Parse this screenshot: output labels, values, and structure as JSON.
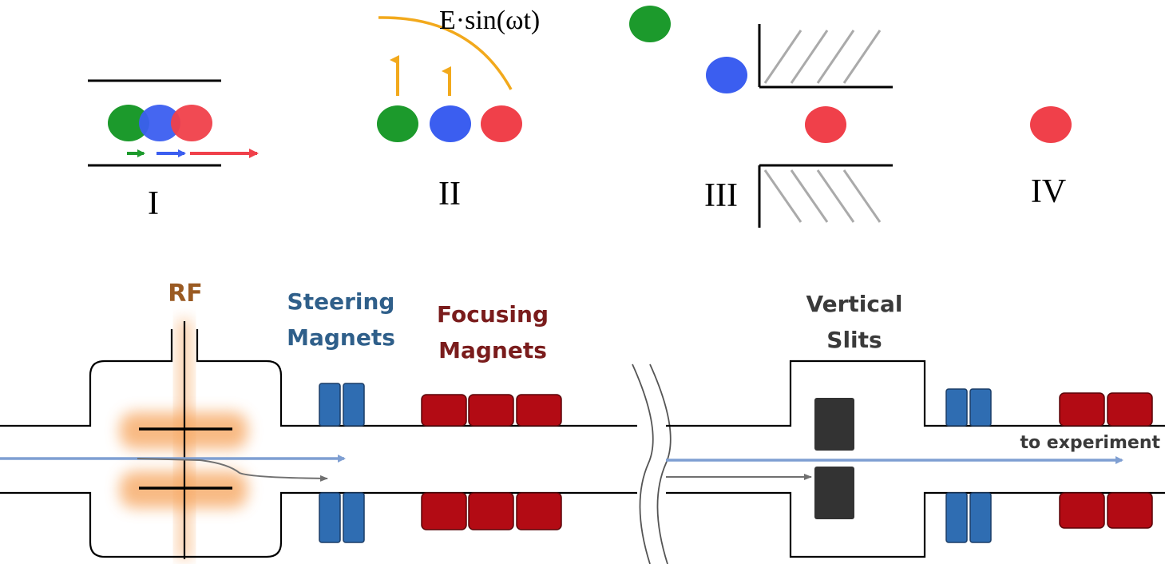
{
  "stages": {
    "stage1": "I",
    "stage2": "II",
    "stage3": "III",
    "stage4": "IV"
  },
  "field_formula": "E·sin(ωt)",
  "beamline": {
    "rf": "RF",
    "steering_line1": "Steering",
    "steering_line2": "Magnets",
    "focusing_line1": "Focusing",
    "focusing_line2": "Magnets",
    "slits_line1": "Vertical",
    "slits_line2": "Slits",
    "destination": "to experiment"
  },
  "colors": {
    "green": "#1c9a2c",
    "blue": "#3b5ef0",
    "red": "#f0404a",
    "orange_field": "#f2a91c",
    "rf_label": "#9a5a22",
    "steering": "#2f5f8a",
    "focusing": "#7a1c1c",
    "magnet_blue": "#2f6db2",
    "magnet_red": "#b30b14",
    "beam": "#7f9fd2"
  }
}
